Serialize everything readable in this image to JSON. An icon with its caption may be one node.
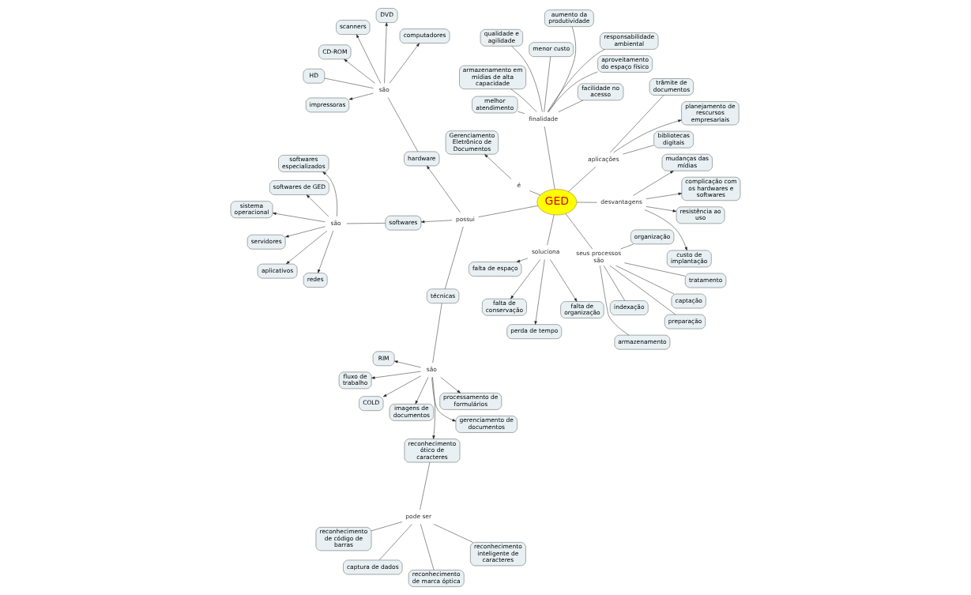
{
  "diagram": {
    "nodes": [
      {
        "text": [
          "GED"
        ]
      },
      {
        "text": [
          "soluciona"
        ]
      },
      {
        "text": [
          "falta de organização"
        ]
      },
      {
        "text": [
          "falta de conservação"
        ]
      },
      {
        "text": [
          "falta de espaço"
        ]
      },
      {
        "text": [
          "perda de tempo"
        ]
      },
      {
        "text": [
          "é"
        ]
      },
      {
        "text": [
          "Gerenciamento Eletrônico de Documentos"
        ]
      },
      {
        "text": [
          "desvantagens"
        ]
      },
      {
        "text": [
          "resistência ao uso"
        ]
      },
      {
        "text": [
          "complicação com os hardwares e softwares"
        ]
      },
      {
        "text": [
          "mudanças das mídias"
        ]
      },
      {
        "text": [
          "custo de implantação"
        ]
      },
      {
        "text": [
          "possui"
        ]
      },
      {
        "text": [
          "hardware"
        ]
      },
      {
        "text": [
          "são"
        ]
      },
      {
        "text": [
          "computadores"
        ]
      },
      {
        "text": [
          "scanners"
        ]
      },
      {
        "text": [
          "DVD"
        ]
      },
      {
        "text": [
          "impressoras"
        ]
      },
      {
        "text": [
          "CD-ROM"
        ]
      },
      {
        "text": [
          "HD"
        ]
      },
      {
        "text": [
          "softwares"
        ]
      },
      {
        "text": [
          "são"
        ]
      },
      {
        "text": [
          "redes"
        ]
      },
      {
        "text": [
          "sistema operacional"
        ]
      },
      {
        "text": [
          "aplicativos"
        ]
      },
      {
        "text": [
          "servidores"
        ]
      },
      {
        "text": [
          "softwares especializados"
        ]
      },
      {
        "text": [
          "softwares de GED"
        ]
      },
      {
        "text": [
          "técnicas"
        ]
      },
      {
        "text": [
          "são"
        ]
      },
      {
        "text": [
          "RIM"
        ]
      },
      {
        "text": [
          "COLD"
        ]
      },
      {
        "text": [
          "imagens de documentos"
        ]
      },
      {
        "text": [
          "gerenciamento de documentos"
        ]
      },
      {
        "text": [
          "processamento de formulários"
        ]
      },
      {
        "text": [
          "fluxo de trabalho"
        ]
      },
      {
        "text": [
          "reconhecimento ótico de caracteres"
        ]
      },
      {
        "text": [
          "pode ser"
        ]
      },
      {
        "text": [
          "reconhecimento inteligente de caracteres"
        ]
      },
      {
        "text": [
          "captura de dados"
        ]
      },
      {
        "text": [
          "reconhecimento de código de barras"
        ]
      },
      {
        "text": [
          "reconhecimento de marca óptica"
        ]
      },
      {
        "text": [
          "aplicações"
        ]
      },
      {
        "text": [
          "planejamento de rescursos empresariais"
        ]
      },
      {
        "text": [
          "trâmite de documentos"
        ]
      },
      {
        "text": [
          "bibliotecas digitais"
        ]
      },
      {
        "text": [
          "seus processos são"
        ]
      },
      {
        "text": [
          "captação"
        ]
      },
      {
        "text": [
          "indexação"
        ]
      },
      {
        "text": [
          "organização"
        ]
      },
      {
        "text": [
          "armazenamento"
        ]
      },
      {
        "text": [
          "tratamento"
        ]
      },
      {
        "text": [
          "preparação"
        ]
      },
      {
        "text": [
          "finalidade"
        ]
      },
      {
        "text": [
          "aproveitamento do espaço físico"
        ]
      },
      {
        "text": [
          "menor custo"
        ]
      },
      {
        "text": [
          "qualidade e agilidade"
        ]
      },
      {
        "text": [
          "melhor atendimento"
        ]
      },
      {
        "text": [
          "responsabilidade ambiental"
        ]
      },
      {
        "text": [
          "aumento da produtividade"
        ]
      },
      {
        "text": [
          "facilidade no acesso"
        ]
      },
      {
        "text": [
          "armazenamento em mídias de alta capacidade"
        ]
      }
    ],
    "edges": [
      {
        "from": 0,
        "to": 1,
        "arrow": "none"
      },
      {
        "from": 1,
        "to": 2,
        "arrow": "to"
      },
      {
        "from": 1,
        "to": 3,
        "arrow": "to"
      },
      {
        "from": 1,
        "to": 4,
        "arrow": "to"
      },
      {
        "from": 1,
        "to": 5,
        "arrow": "to"
      },
      {
        "from": 0,
        "to": 6,
        "arrow": "none"
      },
      {
        "from": 6,
        "to": 7,
        "arrow": "to"
      },
      {
        "from": 0,
        "to": 8,
        "arrow": "none"
      },
      {
        "from": 8,
        "to": 9,
        "arrow": "to"
      },
      {
        "from": 8,
        "to": 10,
        "arrow": "to"
      },
      {
        "from": 8,
        "to": 11,
        "arrow": "to"
      },
      {
        "from": 8,
        "to": 12,
        "arrow": "to"
      },
      {
        "from": 0,
        "to": 13,
        "arrow": "none"
      },
      {
        "from": 13,
        "to": 14,
        "arrow": "to"
      },
      {
        "from": 13,
        "to": 22,
        "arrow": "to"
      },
      {
        "from": 13,
        "to": 30,
        "arrow": "none"
      },
      {
        "from": 14,
        "to": 15,
        "arrow": "none"
      },
      {
        "from": 15,
        "to": 16,
        "arrow": "to"
      },
      {
        "from": 15,
        "to": 17,
        "arrow": "to"
      },
      {
        "from": 15,
        "to": 18,
        "arrow": "to"
      },
      {
        "from": 15,
        "to": 19,
        "arrow": "to"
      },
      {
        "from": 15,
        "to": 20,
        "arrow": "to"
      },
      {
        "from": 15,
        "to": 21,
        "arrow": "none"
      },
      {
        "from": 22,
        "to": 23,
        "arrow": "none"
      },
      {
        "from": 23,
        "to": 24,
        "arrow": "to"
      },
      {
        "from": 23,
        "to": 25,
        "arrow": "to"
      },
      {
        "from": 23,
        "to": 26,
        "arrow": "to"
      },
      {
        "from": 23,
        "to": 27,
        "arrow": "to"
      },
      {
        "from": 23,
        "to": 28,
        "arrow": "to"
      },
      {
        "from": 23,
        "to": 29,
        "arrow": "to"
      },
      {
        "from": 30,
        "to": 31,
        "arrow": "none"
      },
      {
        "from": 31,
        "to": 32,
        "arrow": "to"
      },
      {
        "from": 31,
        "to": 33,
        "arrow": "to"
      },
      {
        "from": 31,
        "to": 34,
        "arrow": "to"
      },
      {
        "from": 31,
        "to": 35,
        "arrow": "to"
      },
      {
        "from": 31,
        "to": 36,
        "arrow": "to"
      },
      {
        "from": 31,
        "to": 37,
        "arrow": "to"
      },
      {
        "from": 31,
        "to": 38,
        "arrow": "to"
      },
      {
        "from": 38,
        "to": 39,
        "arrow": "none"
      },
      {
        "from": 39,
        "to": 40,
        "arrow": "none"
      },
      {
        "from": 39,
        "to": 41,
        "arrow": "none"
      },
      {
        "from": 39,
        "to": 42,
        "arrow": "none"
      },
      {
        "from": 39,
        "to": 43,
        "arrow": "none"
      },
      {
        "from": 0,
        "to": 44,
        "arrow": "none"
      },
      {
        "from": 44,
        "to": 45,
        "arrow": "to"
      },
      {
        "from": 44,
        "to": 46,
        "arrow": "none"
      },
      {
        "from": 44,
        "to": 47,
        "arrow": "none"
      },
      {
        "from": 0,
        "to": 48,
        "arrow": "none"
      },
      {
        "from": 48,
        "to": 49,
        "arrow": "none"
      },
      {
        "from": 48,
        "to": 50,
        "arrow": "none"
      },
      {
        "from": 48,
        "to": 51,
        "arrow": "none"
      },
      {
        "from": 48,
        "to": 52,
        "arrow": "none"
      },
      {
        "from": 48,
        "to": 53,
        "arrow": "none"
      },
      {
        "from": 48,
        "to": 54,
        "arrow": "none"
      },
      {
        "from": 0,
        "to": 55,
        "arrow": "none"
      },
      {
        "from": 55,
        "to": 56,
        "arrow": "none"
      },
      {
        "from": 55,
        "to": 57,
        "arrow": "none"
      },
      {
        "from": 55,
        "to": 58,
        "arrow": "none"
      },
      {
        "from": 55,
        "to": 59,
        "arrow": "none"
      },
      {
        "from": 55,
        "to": 60,
        "arrow": "none"
      },
      {
        "from": 55,
        "to": 61,
        "arrow": "none"
      },
      {
        "from": 55,
        "to": 62,
        "arrow": "none"
      },
      {
        "from": 55,
        "to": 63,
        "arrow": "none"
      }
    ]
  }
}
